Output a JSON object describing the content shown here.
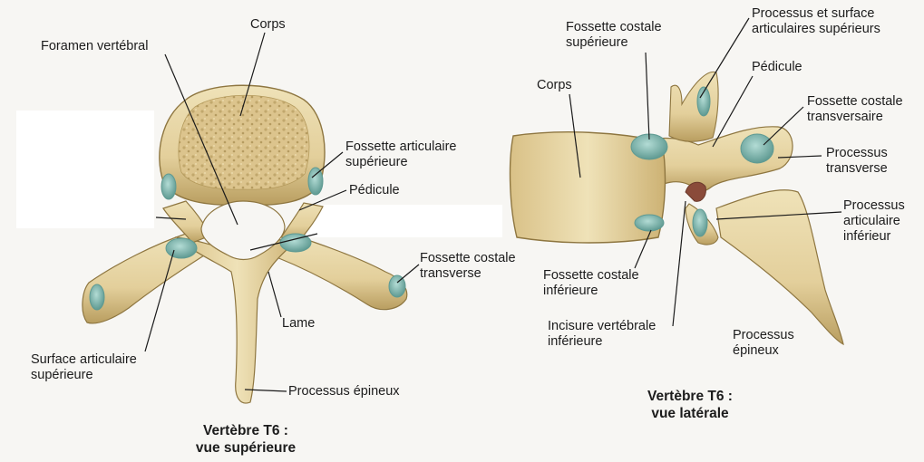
{
  "colors": {
    "bone": "#e3cf9b",
    "bone_light": "#efe2b8",
    "bone_shadow": "#b49a5c",
    "bone_dark": "#8e7640",
    "cartilage": "#8fc4bc",
    "cartilage_dark": "#5f9a92",
    "background": "#f7f6f3",
    "leader": "#1a1a1a"
  },
  "superior_view": {
    "caption_line1": "Vertèbre T6 :",
    "caption_line2": "vue supérieure",
    "labels": {
      "corps": "Corps",
      "foramen": "Foramen vertébral",
      "fossette_art_sup_line1": "Fossette articulaire",
      "fossette_art_sup_line2": "supérieure",
      "pedicule": "Pédicule",
      "fossette_costale_trans_line1": "Fossette costale",
      "fossette_costale_trans_line2": "transverse",
      "lame": "Lame",
      "surface_art_sup_line1": "Surface articulaire",
      "surface_art_sup_line2": "supérieure",
      "processus_epineux": "Processus épineux"
    }
  },
  "lateral_view": {
    "caption_line1": "Vertèbre T6 :",
    "caption_line2": "vue latérale",
    "labels": {
      "fossette_costale_sup_line1": "Fossette costale",
      "fossette_costale_sup_line2": "supérieure",
      "processus_surface_line1": "Processus et surface",
      "processus_surface_line2": "articulaires supérieurs",
      "pedicule": "Pédicule",
      "corps": "Corps",
      "fossette_costale_transversaire_line1": "Fossette costale",
      "fossette_costale_transversaire_line2": "transversaire",
      "processus_transverse_line1": "Processus",
      "processus_transverse_line2": "transverse",
      "processus_art_inf_line1": "Processus",
      "processus_art_inf_line2": "articulaire",
      "processus_art_inf_line3": "inférieur",
      "fossette_costale_inf_line1": "Fossette costale",
      "fossette_costale_inf_line2": "inférieure",
      "incisure_line1": "Incisure vertébrale",
      "incisure_line2": "inférieure",
      "processus_epineux_line1": "Processus",
      "processus_epineux_line2": "épineux"
    }
  }
}
